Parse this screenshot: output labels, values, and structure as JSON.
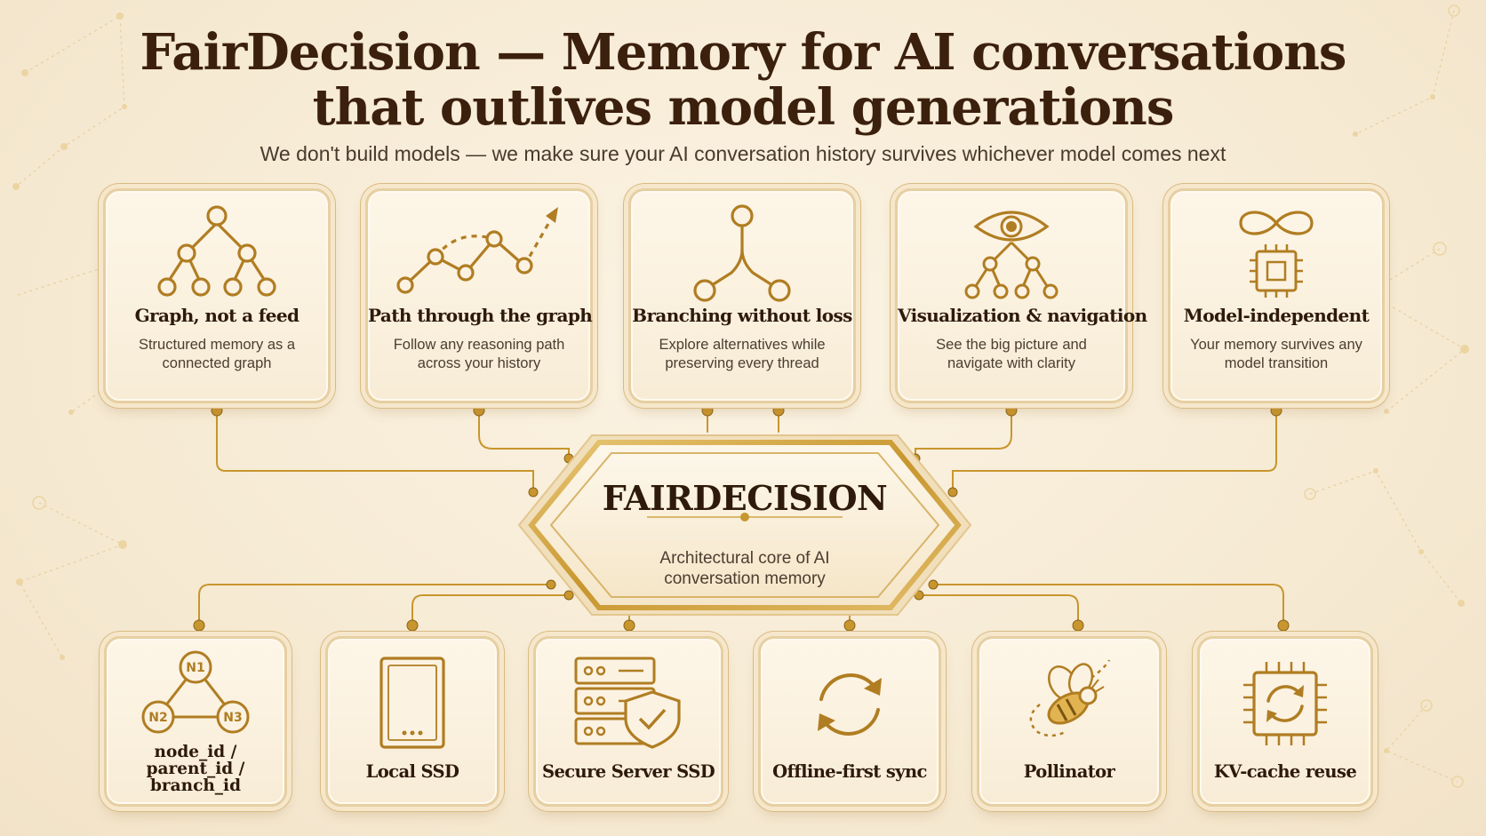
{
  "header": {
    "title_line1": "FairDecision — Memory for AI conversations",
    "title_line2": "that outlives model generations",
    "subtitle": "We don't build models — we make sure your AI conversation history survives whichever model comes next"
  },
  "core": {
    "title": "FAIRDECISION",
    "description": "Architectural core of AI conversation memory"
  },
  "features": [
    {
      "title": "Graph, not a feed",
      "description": "Structured memory as a connected graph",
      "icon": "tree-graph-icon"
    },
    {
      "title": "Path through the graph",
      "description": "Follow any reasoning path across your history",
      "icon": "path-arrow-icon"
    },
    {
      "title": "Branching without loss",
      "description": "Explore alternatives while preserving every thread",
      "icon": "branch-icon"
    },
    {
      "title": "Visualization & navigation",
      "description": "See the big picture and navigate with clarity",
      "icon": "eye-graph-icon"
    },
    {
      "title": "Model-independent",
      "description": "Your memory survives any model transition",
      "icon": "infinity-chip-icon"
    }
  ],
  "components": [
    {
      "title_lines": [
        "node_id /",
        "parent_id /",
        "branch_id"
      ],
      "icon": "node-triangle-icon",
      "node_labels": [
        "N1",
        "N2",
        "N3"
      ]
    },
    {
      "title": "Local SSD",
      "icon": "ssd-icon"
    },
    {
      "title": "Secure Server SSD",
      "icon": "server-shield-icon"
    },
    {
      "title": "Offline-first sync",
      "icon": "sync-arrows-icon"
    },
    {
      "title": "Pollinator",
      "icon": "bee-icon"
    },
    {
      "title": "KV-cache reuse",
      "icon": "chip-refresh-icon"
    }
  ],
  "colors": {
    "background": "#f6ead3",
    "gold": "#c8962e",
    "icon": "#b07d22",
    "text_dark": "#2e1a0a"
  }
}
